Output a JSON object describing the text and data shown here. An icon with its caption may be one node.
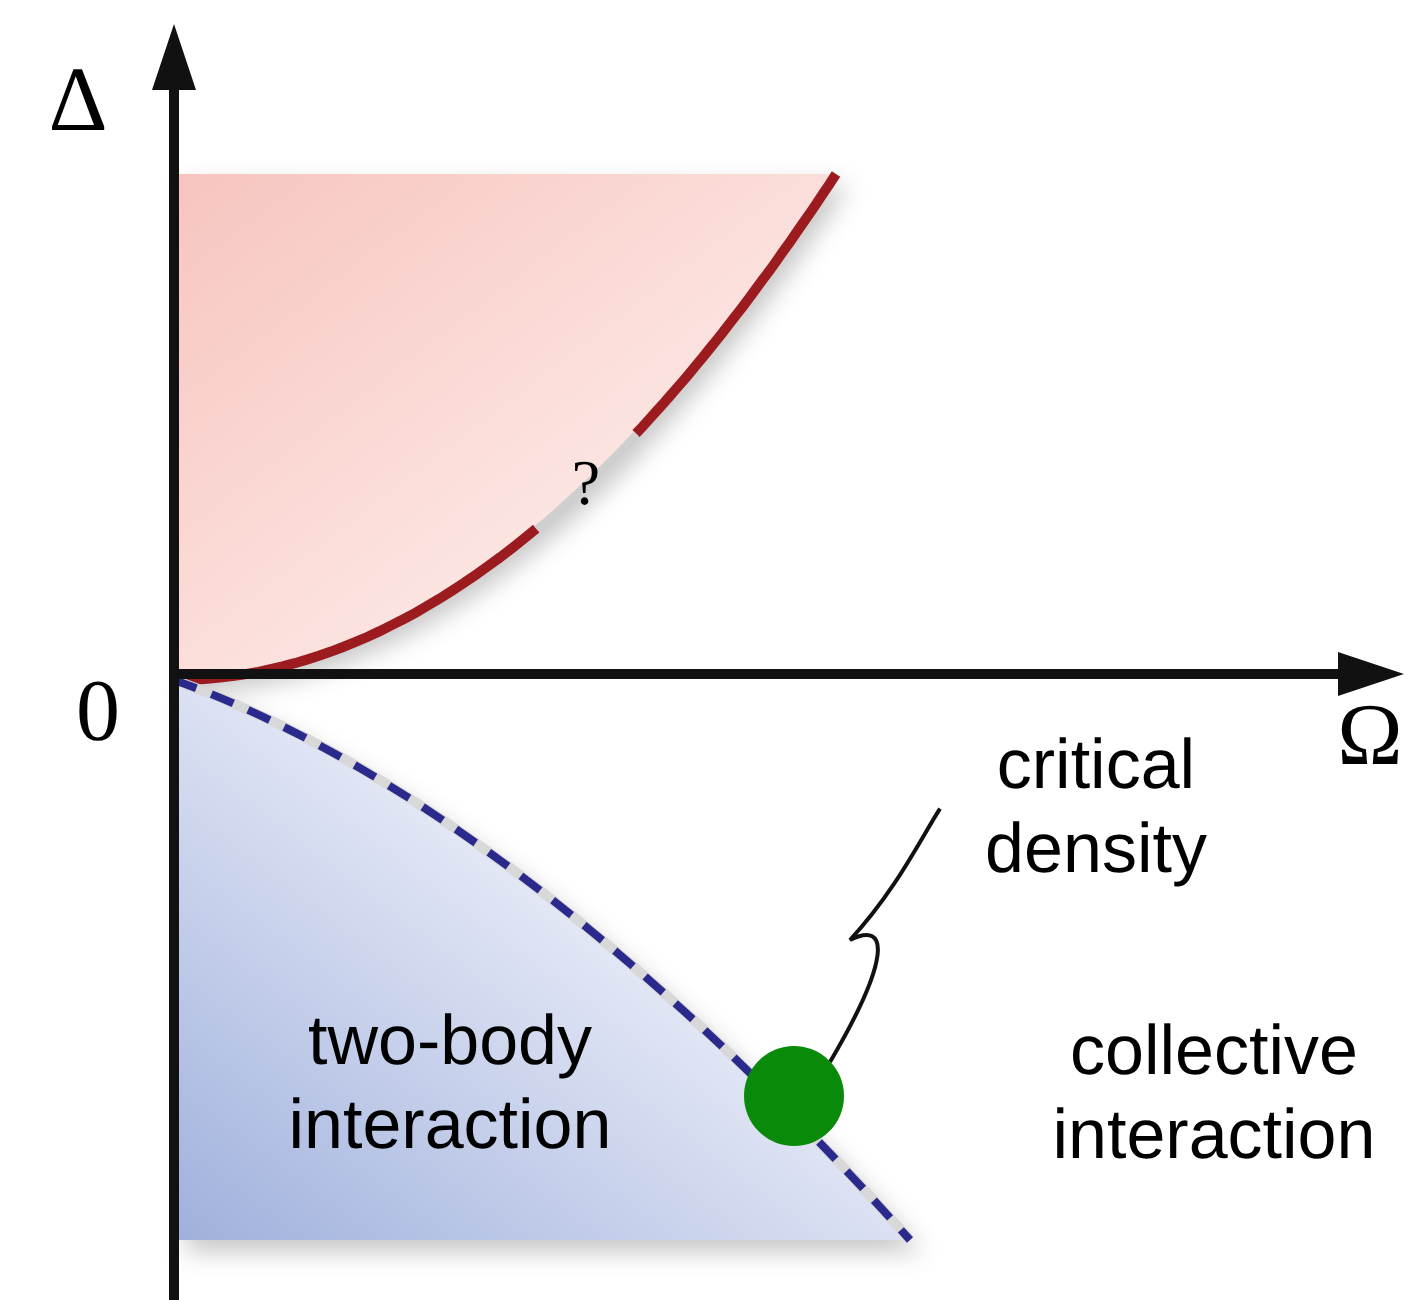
{
  "diagram": {
    "nodes": [
      {
        "text": [
          "critical density"
        ]
      },
      {
        "text": [],
        "shape": "circle"
      }
    ],
    "edges": [
      {
        "from": 0,
        "to": 1,
        "arrow": "none"
      }
    ],
    "labels": [
      "Δ",
      "?",
      "0",
      "Ω",
      "two-body interaction",
      "collective interaction"
    ]
  }
}
